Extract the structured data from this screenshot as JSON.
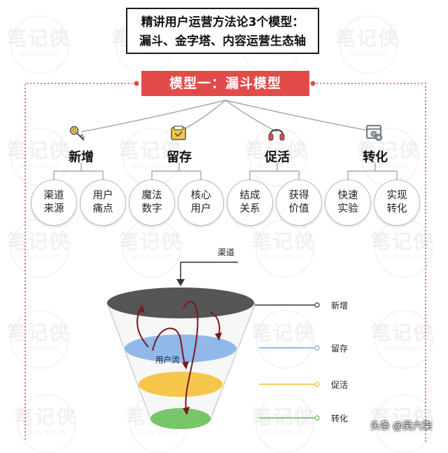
{
  "header": {
    "line1": "精讲用户运营方法论3个模型：",
    "line2": "漏斗、金字塔、内容运营生态轴"
  },
  "banner": {
    "title": "模型一：漏斗模型"
  },
  "watermark": {
    "cn": "笔记侠",
    "en": "Notesman"
  },
  "phases": [
    {
      "label": "新增",
      "icon": "key-icon",
      "items": [
        "渠道来源",
        "用户痛点"
      ]
    },
    {
      "label": "留存",
      "icon": "folder-icon",
      "items": [
        "魔法数字",
        "核心用户"
      ]
    },
    {
      "label": "促活",
      "icon": "headphones-icon",
      "items": [
        "结成关系",
        "获得价值"
      ]
    },
    {
      "label": "转化",
      "icon": "settings-window-icon",
      "items": [
        "快速实验",
        "实现转化"
      ]
    }
  ],
  "funnel": {
    "channel_label": "渠道",
    "flow_label": "用户流",
    "stages": [
      {
        "label": "新增",
        "color": "#555555"
      },
      {
        "label": "留存",
        "color": "#8ab4e8"
      },
      {
        "label": "促活",
        "color": "#f5c64a"
      },
      {
        "label": "转化",
        "color": "#78c66a"
      }
    ]
  },
  "footer": {
    "brand": "头条 @吴六柒"
  },
  "colors": {
    "accent_red": "#e34b4b",
    "dotted_red": "#e34b4b"
  }
}
